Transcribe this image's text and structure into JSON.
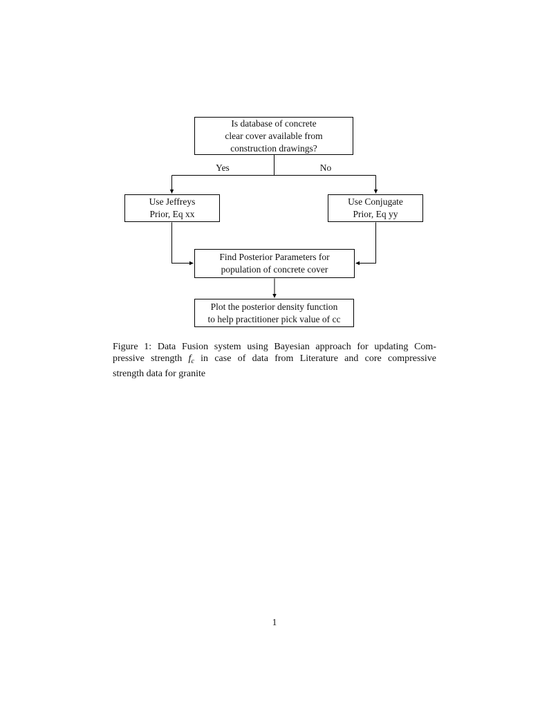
{
  "page": {
    "background_color": "#ffffff",
    "ink_color": "#000000",
    "number": "1"
  },
  "flowchart": {
    "nodes": {
      "decision": {
        "lines": [
          "Is database of concrete",
          "clear cover available from",
          "construction drawings?"
        ]
      },
      "jeffreys": {
        "lines": [
          "Use Jeffreys",
          "Prior, Eq xx"
        ]
      },
      "conjugate": {
        "lines": [
          "Use Conjugate",
          "Prior, Eq yy"
        ]
      },
      "posterior": {
        "lines": [
          "Find Posterior Parameters for",
          "population of concrete cover"
        ]
      },
      "plot": {
        "lines": [
          "Plot the posterior density function",
          "to help practitioner pick value of cc"
        ]
      }
    },
    "edge_labels": {
      "yes": "Yes",
      "no": "No"
    }
  },
  "caption": {
    "line1": "Figure 1: Data Fusion system using Bayesian approach for updating Com-",
    "line2_pre": "pressive strength",
    "math_f": "f",
    "math_sub": "c",
    "line2_post": "in case of data from Literature and core compressive",
    "line3": "strength data for granite"
  }
}
